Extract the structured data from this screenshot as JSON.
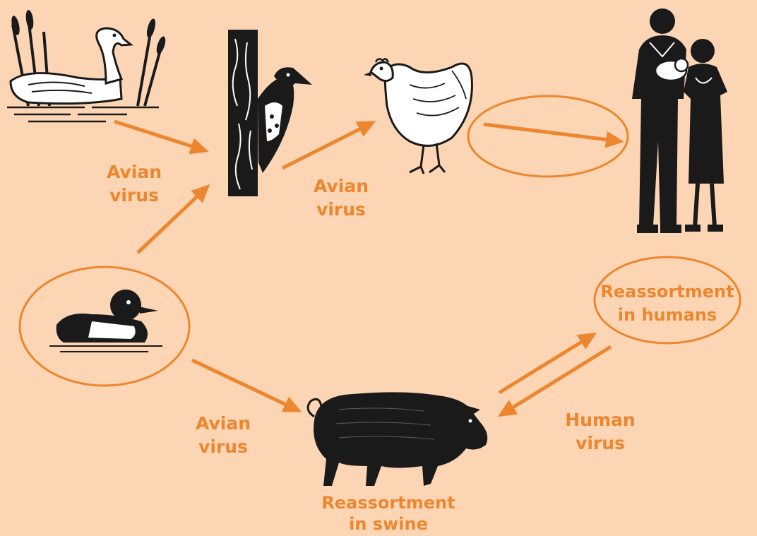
{
  "labels": {
    "avian_virus_swan": {
      "line1": "Avian",
      "line2": "virus"
    },
    "avian_virus_chicken": {
      "line1": "Avian",
      "line2": "virus"
    },
    "avian_virus_swine": {
      "line1": "Avian",
      "line2": "virus"
    },
    "human_virus": {
      "line1": "Human",
      "line2": "virus"
    },
    "reassortment_humans": {
      "line1": "Reassortment",
      "line2": "in humans"
    },
    "reassortment_swine": {
      "line1": "Reassortment",
      "line2": "in swine"
    }
  },
  "colors": {
    "background": "#fcd5b4",
    "accent": "#ec862f",
    "ink": "#1a1a1a",
    "paper": "#ffffff"
  },
  "icons": [
    "swan-icon",
    "woodpecker-icon",
    "chicken-icon",
    "human-family-icon",
    "duck-icon",
    "pig-icon"
  ]
}
